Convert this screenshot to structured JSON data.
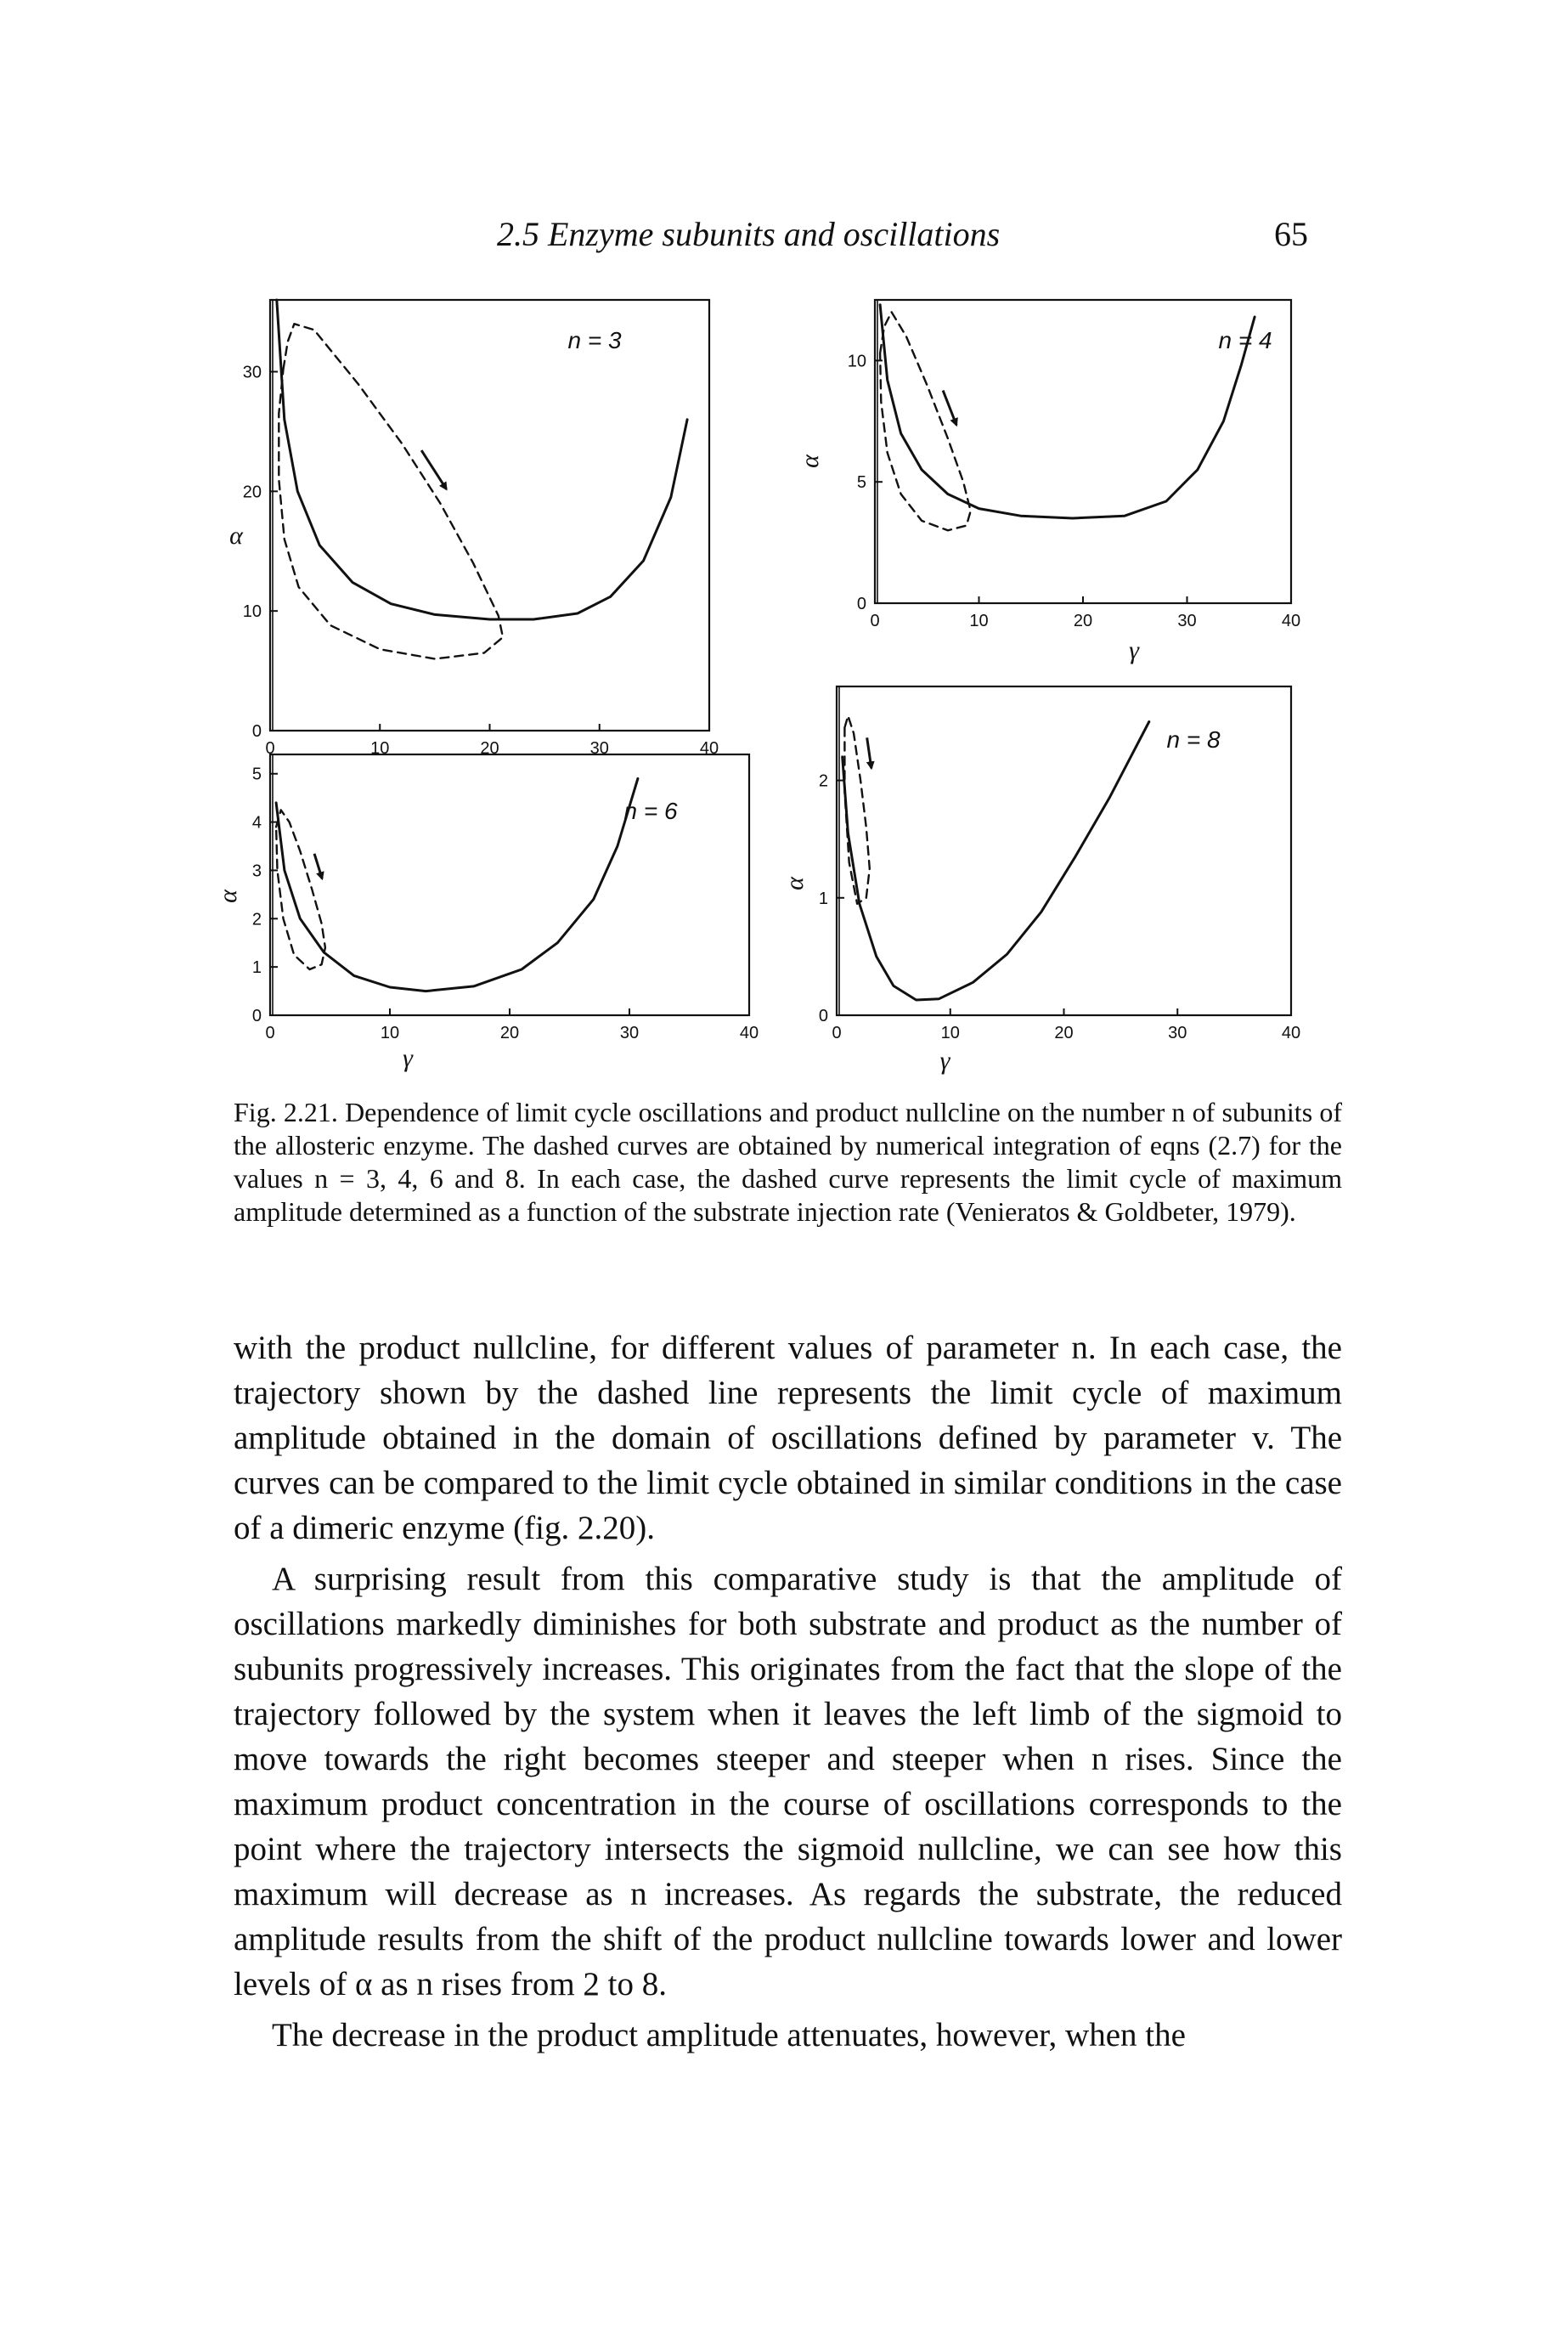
{
  "header": {
    "running_title": "2.5 Enzyme subunits and oscillations",
    "page_number": "65"
  },
  "figure": {
    "caption": "Fig. 2.21. Dependence of limit cycle oscillations and product nullcline on the number n of subunits of the allosteric enzyme. The dashed curves are obtained by numerical integration of eqns (2.7) for the values n = 3, 4, 6 and 8. In each case, the dashed curve represents the limit cycle of maximum amplitude determined as a function of the substrate injection rate (Venieratos & Goldbeter, 1979)."
  },
  "body": {
    "paragraphs": [
      "with the product nullcline, for different values of parameter n. In each case, the trajectory shown by the dashed line represents the limit cycle of maximum amplitude obtained in the domain of oscillations defined by parameter v. The curves can be compared to the limit cycle obtained in similar conditions in the case of a dimeric enzyme (fig. 2.20).",
      "A surprising result from this comparative study is that the amplitude of oscillations markedly diminishes for both substrate and product as the number of subunits progressively increases. This originates from the fact that the slope of the trajectory followed by the system when it leaves the left limb of the sigmoid to move towards the right becomes steeper and steeper when n rises. Since the maximum product concentration in the course of oscillations corresponds to the point where the trajectory intersects the sigmoid nullcline, we can see how this maximum will decrease as n increases. As regards the substrate, the reduced amplitude results from the shift of the product nullcline towards lower and lower levels of α as n rises from 2 to 8.",
      "The decrease in the product amplitude attenuates, however, when the"
    ]
  },
  "chart_data": [
    {
      "type": "line",
      "panel_label": "n = 3",
      "xlabel": "",
      "ylabel": "α",
      "xlim": [
        0,
        40
      ],
      "ylim": [
        0,
        36
      ],
      "x_ticks": [
        "0",
        "10",
        "20",
        "30",
        "40"
      ],
      "y_ticks": [
        "0",
        "10",
        "20",
        "30"
      ],
      "series": [
        {
          "style": "solid",
          "x": [
            0.6,
            1.3,
            2.5,
            4.5,
            7.5,
            11,
            15,
            20,
            24,
            28,
            31,
            34,
            36.5,
            38
          ],
          "y": [
            36,
            26,
            20,
            15.5,
            12.4,
            10.6,
            9.7,
            9.3,
            9.3,
            9.8,
            11.2,
            14.2,
            19.5,
            26
          ]
        },
        {
          "style": "dashed",
          "x": [
            1.2,
            1.6,
            2.2,
            4.0,
            8.0,
            12.0,
            15.5,
            18.5,
            20.8,
            21.2,
            19.5,
            15.0,
            10.0,
            5.5,
            2.6,
            1.3,
            0.8,
            0.8,
            1.2
          ],
          "y": [
            30.2,
            32.5,
            34.0,
            33.5,
            29.0,
            24.0,
            19.0,
            14.0,
            9.6,
            7.8,
            6.5,
            6.0,
            6.8,
            8.8,
            12.0,
            16.0,
            21.0,
            26.5,
            30.2
          ]
        }
      ],
      "arrows": 1
    },
    {
      "type": "line",
      "panel_label": "n = 4",
      "xlabel": "γ",
      "ylabel": "α",
      "xlim": [
        0,
        40
      ],
      "ylim": [
        0,
        12.5
      ],
      "x_ticks": [
        "0",
        "10",
        "20",
        "30",
        "40"
      ],
      "y_ticks": [
        "0",
        "5",
        "10"
      ],
      "series": [
        {
          "style": "solid",
          "x": [
            0.5,
            1.2,
            2.5,
            4.5,
            7,
            10,
            14,
            19,
            24,
            28,
            31,
            33.5,
            35.2,
            36.5
          ],
          "y": [
            12.3,
            9.2,
            7.0,
            5.5,
            4.5,
            3.9,
            3.6,
            3.5,
            3.6,
            4.2,
            5.5,
            7.5,
            9.8,
            11.8
          ]
        },
        {
          "style": "dashed",
          "x": [
            0.5,
            0.9,
            1.6,
            3.0,
            5.0,
            7.0,
            8.5,
            9.2,
            8.8,
            7.0,
            4.5,
            2.5,
            1.2,
            0.6,
            0.5
          ],
          "y": [
            10.3,
            11.4,
            12.0,
            11.0,
            9.0,
            6.8,
            5.0,
            3.8,
            3.2,
            3.0,
            3.4,
            4.5,
            6.2,
            8.3,
            10.3
          ]
        }
      ],
      "arrows": 1
    },
    {
      "type": "line",
      "panel_label": "n = 6",
      "xlabel": "γ",
      "ylabel": "α",
      "xlim": [
        0,
        40
      ],
      "ylim": [
        0,
        5.4
      ],
      "x_ticks": [
        "0",
        "10",
        "20",
        "30",
        "40"
      ],
      "y_ticks": [
        "0",
        "1",
        "2",
        "3",
        "4",
        "5"
      ],
      "series": [
        {
          "style": "solid",
          "x": [
            0.5,
            1.2,
            2.5,
            4.5,
            7,
            10,
            13,
            17,
            21,
            24,
            27,
            29,
            30.7
          ],
          "y": [
            4.4,
            3.0,
            2.0,
            1.3,
            0.82,
            0.58,
            0.5,
            0.6,
            0.95,
            1.5,
            2.4,
            3.5,
            4.9
          ]
        },
        {
          "style": "dashed",
          "x": [
            0.5,
            0.9,
            1.6,
            2.5,
            3.5,
            4.3,
            4.6,
            4.3,
            3.3,
            2.0,
            1.1,
            0.6,
            0.5
          ],
          "y": [
            3.9,
            4.25,
            4.0,
            3.4,
            2.6,
            1.9,
            1.4,
            1.05,
            0.95,
            1.25,
            2.0,
            3.0,
            3.9
          ]
        }
      ],
      "arrows": 1
    },
    {
      "type": "line",
      "panel_label": "n = 8",
      "xlabel": "γ",
      "ylabel": "α",
      "xlim": [
        0,
        40
      ],
      "ylim": [
        0,
        2.8
      ],
      "x_ticks": [
        "0",
        "10",
        "20",
        "30",
        "40"
      ],
      "y_ticks": [
        "0",
        "1",
        "2"
      ],
      "series": [
        {
          "style": "solid",
          "x": [
            0.5,
            1.0,
            2.0,
            3.5,
            5.0,
            7.0,
            9.0,
            12,
            15,
            18,
            21,
            24,
            27.5
          ],
          "y": [
            2.2,
            1.55,
            0.95,
            0.5,
            0.25,
            0.13,
            0.14,
            0.28,
            0.52,
            0.88,
            1.35,
            1.85,
            2.5
          ]
        },
        {
          "style": "dashed",
          "x": [
            0.7,
            1.0,
            1.5,
            2.1,
            2.6,
            2.9,
            2.6,
            1.8,
            1.1,
            0.7,
            0.7
          ],
          "y": [
            2.45,
            2.55,
            2.4,
            2.0,
            1.6,
            1.25,
            1.0,
            0.95,
            1.3,
            1.9,
            2.45
          ]
        }
      ],
      "arrows": 1
    }
  ]
}
